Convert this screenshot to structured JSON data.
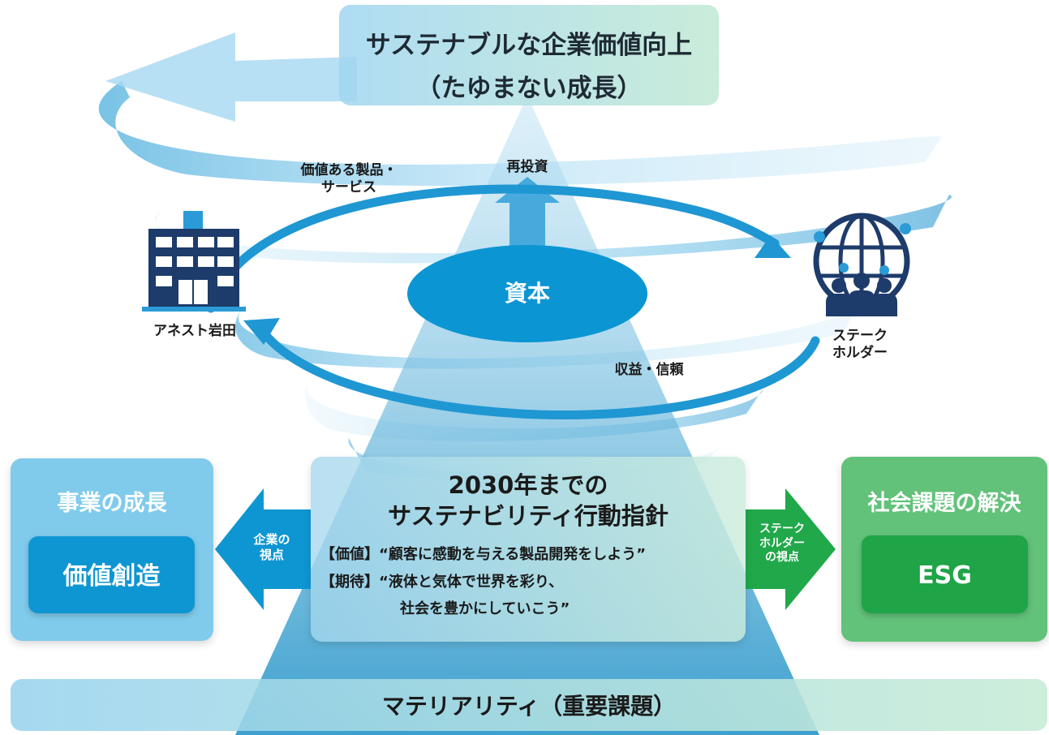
{
  "top": {
    "title_line1": "サステナブルな企業価値向上",
    "title_line2": "（たゆまない成長）"
  },
  "cycle": {
    "core": "資本",
    "reinvest": "再投資",
    "offer": "価値ある製品・\nサービス",
    "returns": "収益・信頼",
    "company": "アネスト岩田",
    "stakeholder": "ステーク\nホルダー"
  },
  "left": {
    "title": "事業の成長",
    "inner": "価値創造",
    "arrow_label": "企業の\n視点"
  },
  "center": {
    "title_line1": "2030年までの",
    "title_line2": "サステナビリティ行動指針",
    "line1": "【価値】“顧客に感動を与える製品開発をしよう”",
    "line2": "【期待】“液体と気体で世界を彩り、",
    "line3": "社会を豊かにしていこう”"
  },
  "right": {
    "title": "社会課題の解決",
    "inner": "ESG",
    "arrow_label": "ステーク\nホルダー\nの視点"
  },
  "bottom": {
    "title": "マテリアリティ（重要課題）"
  },
  "icons": {
    "company": "office-building-icon",
    "stakeholder": "globe-people-icon"
  },
  "colors": {
    "blue": "#0e96d2",
    "navy": "#1d3b6b",
    "green": "#1fa447",
    "light_blue": "#80cbec",
    "light_green": "#62c27a"
  }
}
